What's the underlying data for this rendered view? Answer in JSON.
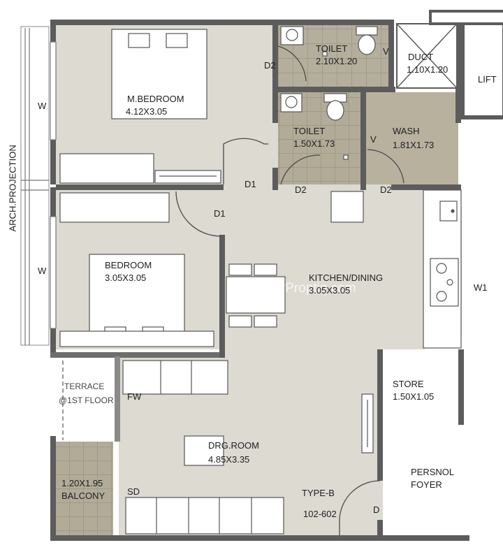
{
  "rooms": {
    "master_bedroom": {
      "name": "M.BEDROOM",
      "size": "4.12X3.05"
    },
    "bedroom": {
      "name": "BEDROOM",
      "size": "3.05X3.05"
    },
    "toilet_1": {
      "name": "TOILET",
      "size": "2.10X1.20"
    },
    "toilet_2": {
      "name": "TOILET",
      "size": "1.50X1.73"
    },
    "wash": {
      "name": "WASH",
      "size": "1.81X1.73"
    },
    "duct": {
      "name": "DUCT",
      "size": "1.10X1.20"
    },
    "lift": {
      "name": "LIFT"
    },
    "kitchen_dining": {
      "name": "KITCHEN/DINING",
      "size": "3.05X3.05"
    },
    "store": {
      "name": "STORE",
      "size": "1.50X1.05"
    },
    "drawing_room": {
      "name": "DRG.ROOM",
      "size": "4.85X3.35"
    },
    "balcony": {
      "size": "1.20X1.95",
      "name": "BALCONY"
    },
    "terrace": {
      "line1": "TERRACE",
      "line2": "@1ST FLOOR"
    },
    "foyer": {
      "line1": "PERSNOL",
      "line2": "FOYER"
    }
  },
  "labels": {
    "arch_projection": "ARCH.PROJECTION",
    "window_top": "W",
    "window_mid": "W",
    "window_kitchen": "W1",
    "door_d2_toilet1": "D2",
    "door_d1_mbed": "D1",
    "door_d1_bed": "D1",
    "door_d2_toilet2": "D2",
    "door_d2_wash": "D2",
    "vent_toilet1": "V",
    "vent_wash": "V",
    "fw": "FW",
    "sd": "SD",
    "main_door": "D",
    "type": "TYPE-B",
    "unit_range": "102-602"
  },
  "watermark": "easyProptiq.com",
  "colors": {
    "floor": "#dcdad1",
    "wet_tile": "#b4ae9c",
    "wall": "#5c5c5c",
    "furniture": "#ffffff"
  }
}
